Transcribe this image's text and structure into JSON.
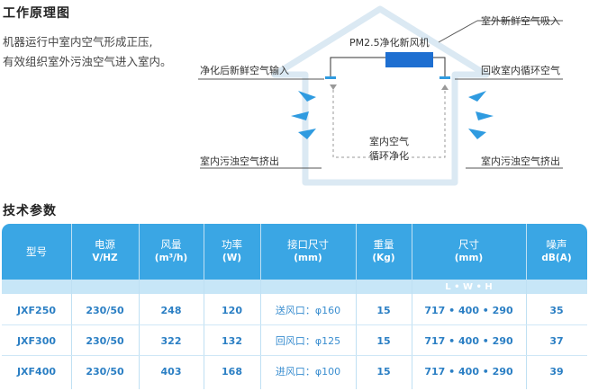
{
  "section1": {
    "title": "工作原理图",
    "desc_line1": "机器运行中室内空气形成正压,",
    "desc_line2": "有效组织室外污浊空气进入室内。"
  },
  "diagram": {
    "unit_label": "PM2.5净化新风机",
    "label_outdoor_in": "室外新鲜空气吸入",
    "label_clean_in": "净化后新鲜空气输入",
    "label_return": "回收室内循环空气",
    "label_indoor_line1": "室内空气",
    "label_indoor_line2": "循环净化",
    "label_exhaust_left": "室内污浊空气挤出",
    "label_exhaust_right": "室内污浊空气挤出",
    "colors": {
      "house": "#dbe9f3",
      "unit": "#1e6fd1",
      "arrow": "#2f9be0",
      "line": "#555555"
    }
  },
  "section2": {
    "title": "技术参数"
  },
  "table": {
    "headers": [
      {
        "l1": "型号",
        "l2": ""
      },
      {
        "l1": "电源",
        "l2": "V/HZ"
      },
      {
        "l1": "风量",
        "l2": "(m³/h)"
      },
      {
        "l1": "功率",
        "l2": "(W)"
      },
      {
        "l1": "接口尺寸",
        "l2": "(mm)"
      },
      {
        "l1": "重量",
        "l2": "(Kg)"
      },
      {
        "l1": "尺寸",
        "l2": "(mm)"
      },
      {
        "l1": "噪声",
        "l2": "dB(A)"
      }
    ],
    "size_subheader": "L • W • H",
    "rows": [
      {
        "model": "JXF250",
        "power_supply": "230/50",
        "airflow": "248",
        "power": "120",
        "port": "送风口：φ160",
        "weight": "15",
        "size": "717 • 400 • 290",
        "noise": "35"
      },
      {
        "model": "JXF300",
        "power_supply": "230/50",
        "airflow": "322",
        "power": "132",
        "port": "回风口：φ125",
        "weight": "15",
        "size": "717 • 400 • 290",
        "noise": "37"
      },
      {
        "model": "JXF400",
        "power_supply": "230/50",
        "airflow": "403",
        "power": "168",
        "port": "进风口：φ100",
        "weight": "15",
        "size": "717 • 400 • 290",
        "noise": "39"
      }
    ],
    "colors": {
      "header_bg": "#3aa6e4",
      "subheader_bg": "#c7e6f7",
      "value_text": "#2b7fc4"
    }
  }
}
